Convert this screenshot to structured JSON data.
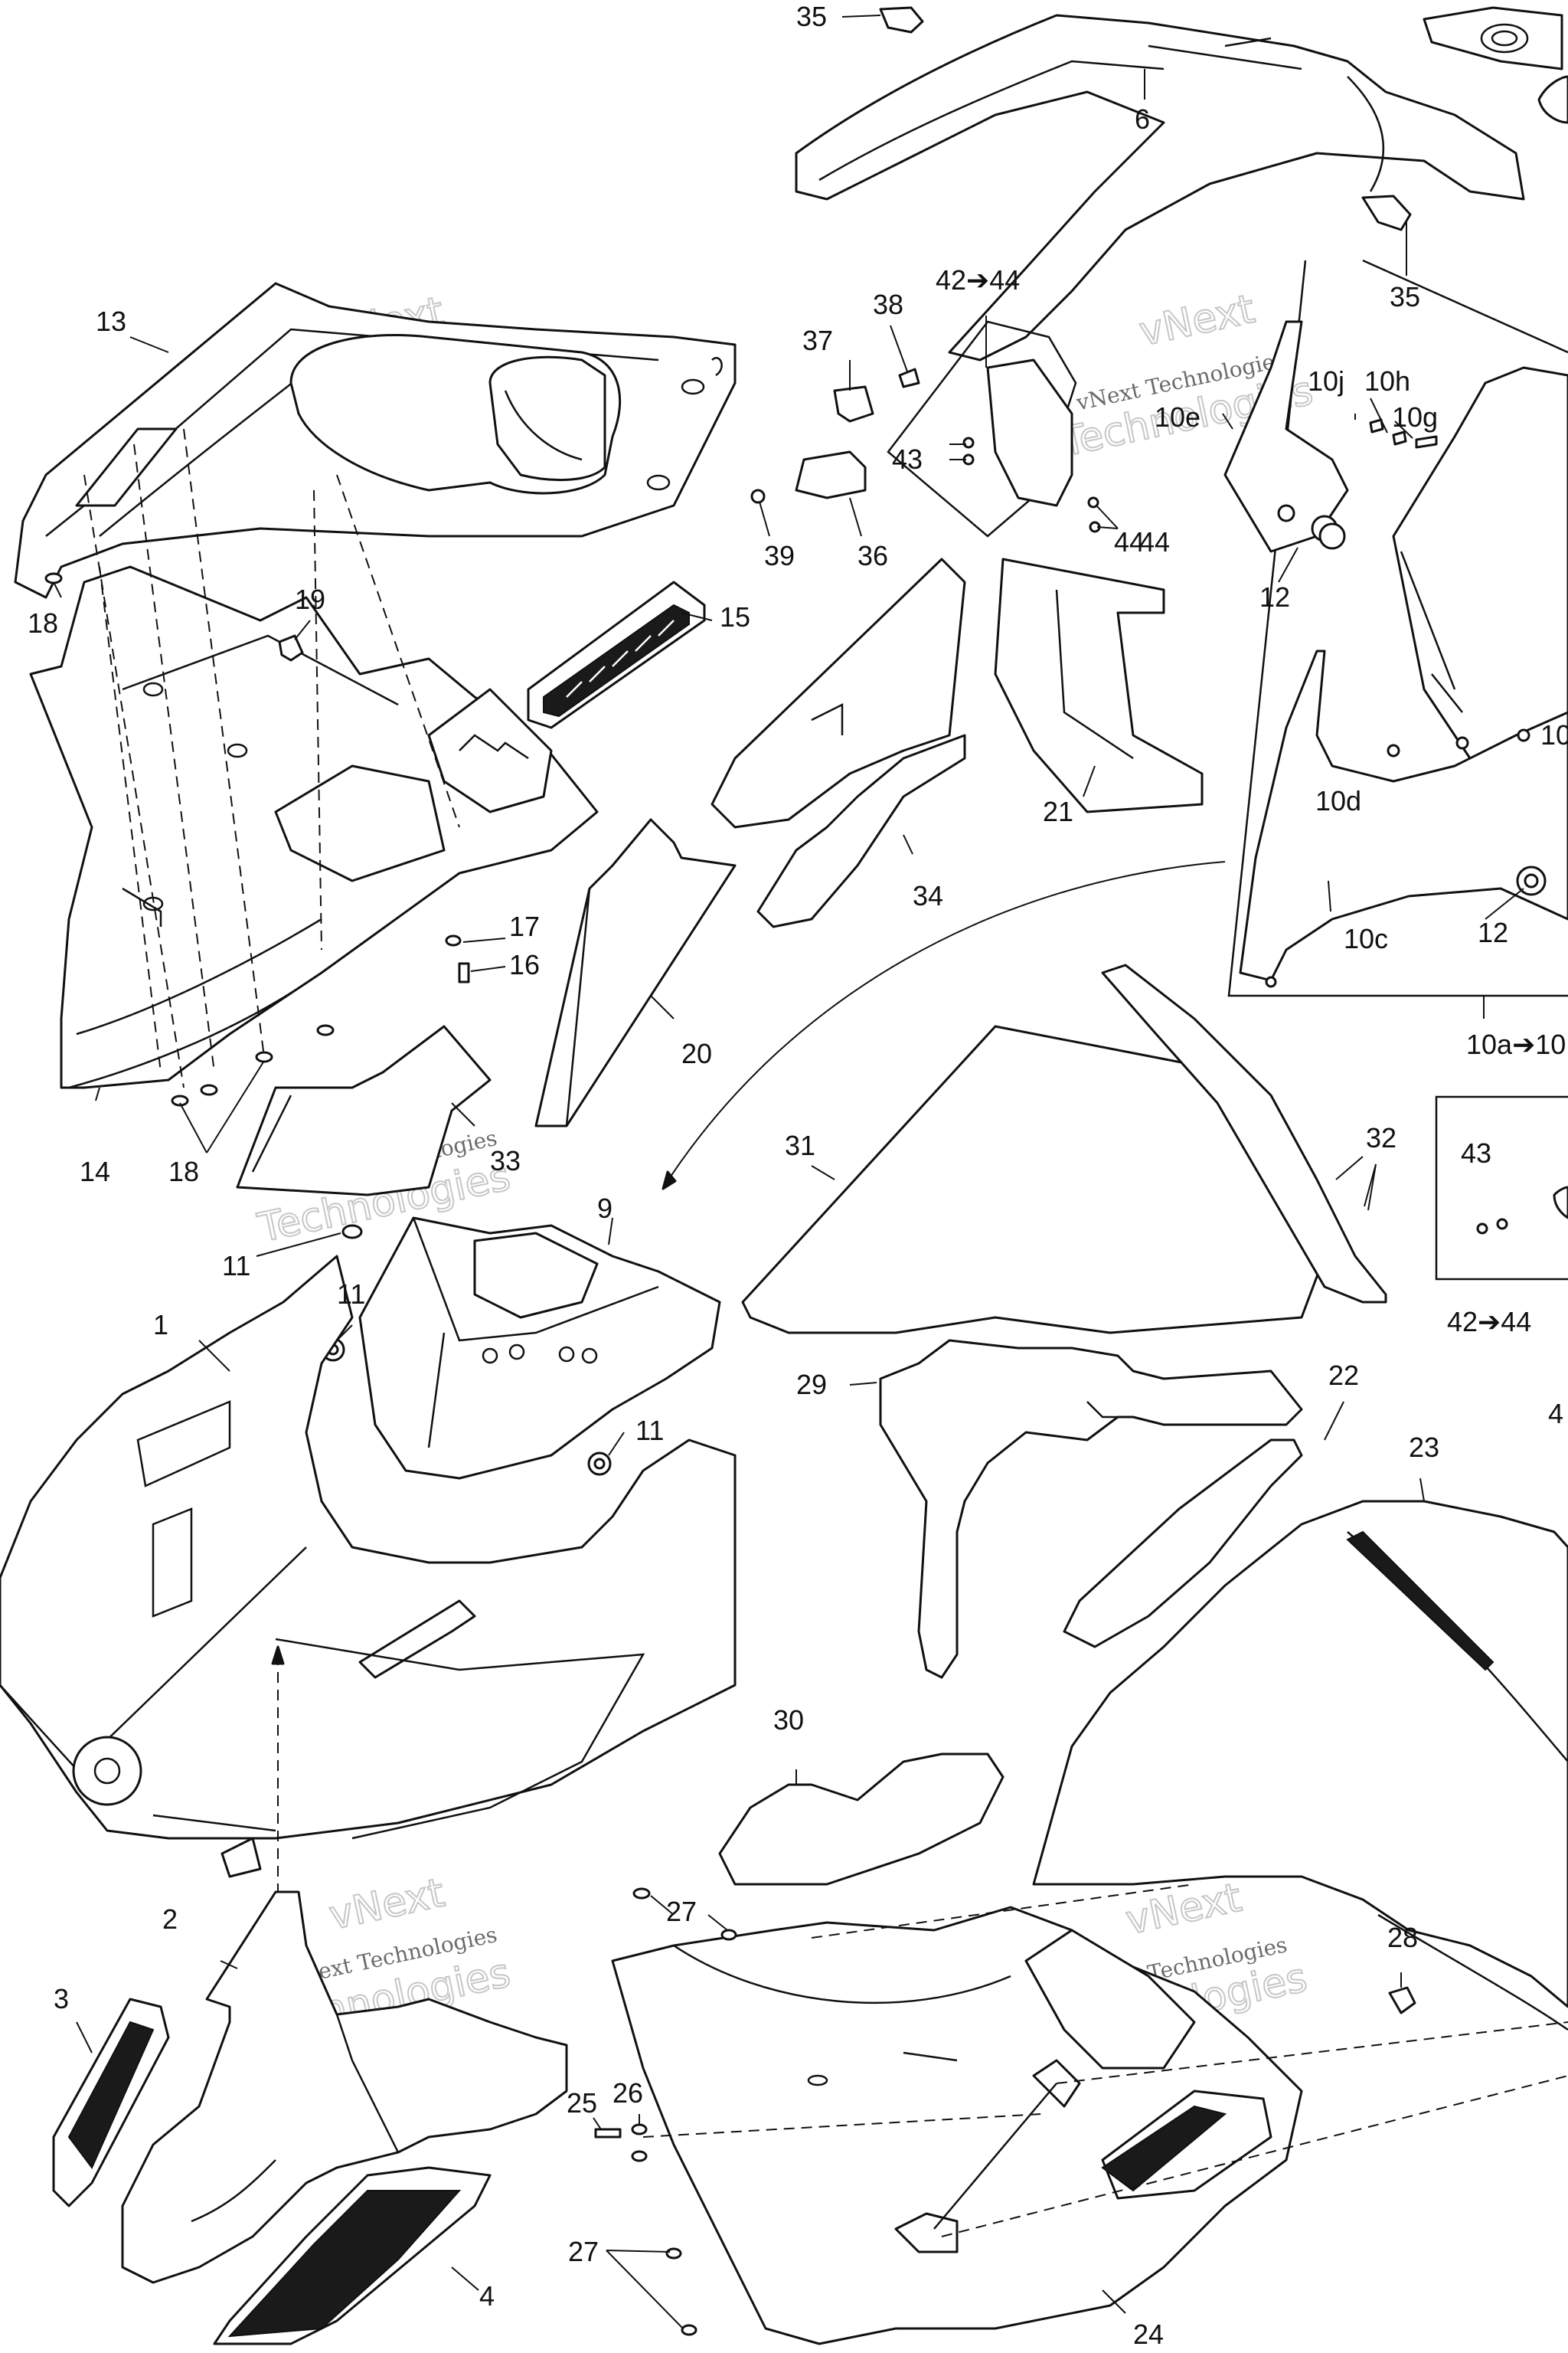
{
  "callouts": {
    "c1": "1",
    "c2": "2",
    "c3": "3",
    "c4": "4",
    "c6": "6",
    "c9": "9",
    "c10a": "10a➔10",
    "c10c": "10c",
    "c10d": "10d",
    "c10e": "10e",
    "c10g": "10g",
    "c10h": "10h",
    "c10j": "10j",
    "c10x": "10",
    "c11a": "11",
    "c11b": "11",
    "c11c": "11",
    "c12a": "12",
    "c12b": "12",
    "c13": "13",
    "c14": "14",
    "c15": "15",
    "c16": "16",
    "c17": "17",
    "c18a": "18",
    "c18b": "18",
    "c19": "19",
    "c20": "20",
    "c21": "21",
    "c22": "22",
    "c23": "23",
    "c24": "24",
    "c25": "25",
    "c26": "26",
    "c27a": "27",
    "c27b": "27",
    "c28": "28",
    "c29": "29",
    "c30": "30",
    "c31": "31",
    "c32": "32",
    "c33": "33",
    "c34": "34",
    "c35a": "35",
    "c35b": "35",
    "c36": "36",
    "c37": "37",
    "c38": "38",
    "c39": "39",
    "c4x": "4",
    "c42a": "42➔44",
    "c42b": "42➔44",
    "c43a": "43",
    "c43b": "43",
    "c44a": "44",
    "c44b": "44"
  },
  "watermark": {
    "line1": "vNext Technologies",
    "line2": "vNext",
    "line3": "Technologies"
  }
}
